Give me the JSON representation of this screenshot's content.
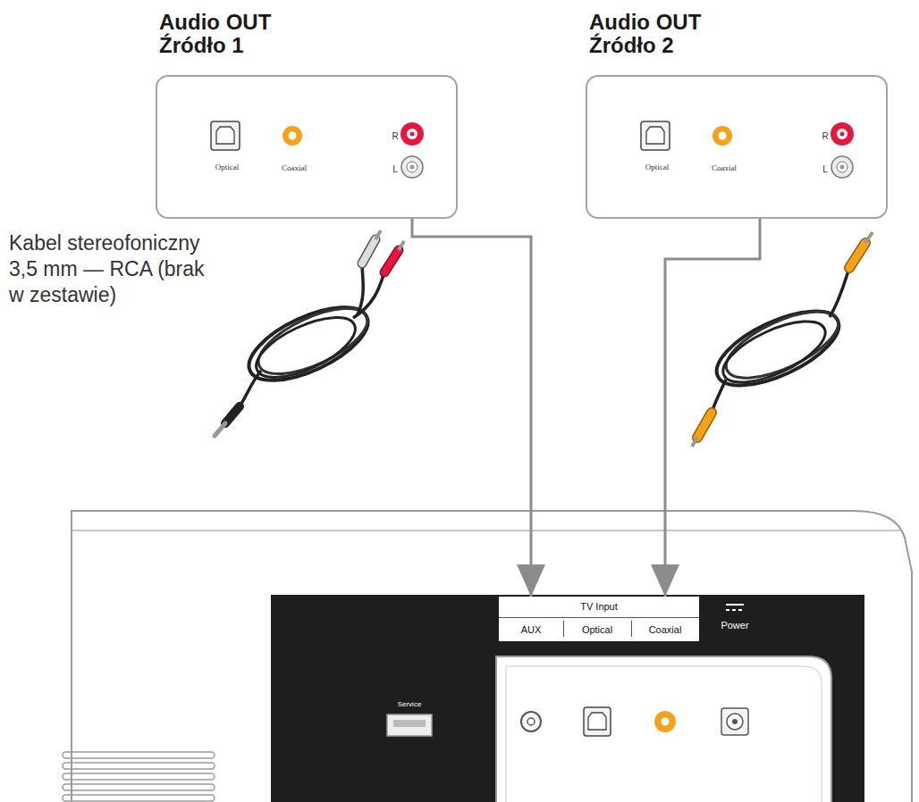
{
  "diagram": {
    "nodes": [
      {
        "text": [
          "Audio OUT Źródło 1",
          "Optical",
          "Coaxial",
          "R",
          "L"
        ]
      },
      {
        "text": [
          "Audio OUT Źródło 2",
          "Optical",
          "Coaxial",
          "R",
          "L"
        ]
      },
      {
        "text": [
          "TV Input"
        ]
      },
      {
        "text": [
          "AUX"
        ],
        "in": 2
      },
      {
        "text": [
          "Optical"
        ],
        "in": 2
      },
      {
        "text": [
          "Coaxial"
        ],
        "in": 2
      }
    ],
    "edges": [
      {
        "from": 0,
        "to": 3,
        "arrow": "to"
      },
      {
        "from": 1,
        "to": 5,
        "arrow": "to"
      }
    ],
    "labels": [
      "Power",
      "Service",
      "Kabel stereofoniczny 3,5 mm — RCA (brak w zestawie)"
    ]
  }
}
